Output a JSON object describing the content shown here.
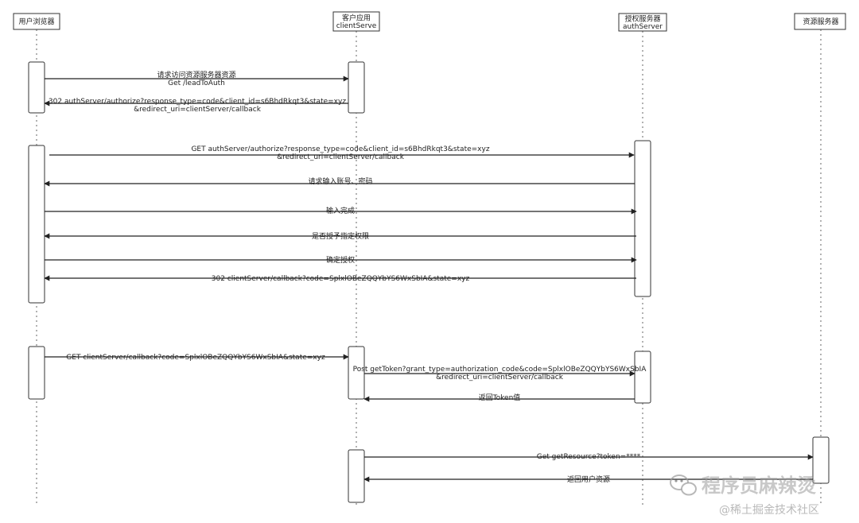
{
  "participants": [
    {
      "id": "browser",
      "lines": [
        "用户浏览器"
      ]
    },
    {
      "id": "client",
      "lines": [
        "客户应用",
        "clientServe"
      ]
    },
    {
      "id": "auth",
      "lines": [
        "授权服务器",
        "authServer"
      ]
    },
    {
      "id": "resource",
      "lines": [
        "资源服务器"
      ]
    }
  ],
  "messages": [
    {
      "id": "m1",
      "from": "browser",
      "to": "client",
      "lines": [
        "请求访问资源服务器资源",
        "Get /leadToAuth"
      ]
    },
    {
      "id": "m2",
      "from": "client",
      "to": "browser",
      "lines": [
        "302 authServer/authorize?response_type=code&client_id=s6BhdRkqt3&state=xyz",
        "&redirect_uri=clientServer/callback"
      ]
    },
    {
      "id": "m3",
      "from": "browser",
      "to": "auth",
      "lines": [
        "GET authServer/authorize?response_type=code&client_id=s6BhdRkqt3&state=xyz",
        "&redirect_uri=clientServer/callback"
      ]
    },
    {
      "id": "m4",
      "from": "auth",
      "to": "browser",
      "lines": [
        "请求输入账号、密码"
      ]
    },
    {
      "id": "m5",
      "from": "browser",
      "to": "auth",
      "lines": [
        "输入完成"
      ]
    },
    {
      "id": "m6",
      "from": "auth",
      "to": "browser",
      "lines": [
        "是否授予指定权限"
      ]
    },
    {
      "id": "m7",
      "from": "browser",
      "to": "auth",
      "lines": [
        "确定授权"
      ]
    },
    {
      "id": "m8",
      "from": "auth",
      "to": "browser",
      "lines": [
        "302 clientServer/callback?code=SplxlOBeZQQYbYS6WxSbIA&state=xyz"
      ]
    },
    {
      "id": "m9",
      "from": "browser",
      "to": "client",
      "lines": [
        "GET clientServer/callback?code=SplxlOBeZQQYbYS6WxSbIA&state=xyz"
      ]
    },
    {
      "id": "m10",
      "from": "client",
      "to": "auth",
      "lines": [
        "Post getToken?grant_type=authorization_code&code=SplxlOBeZQQYbYS6WxSbIA",
        "&redirect_uri=clientServer/callback"
      ]
    },
    {
      "id": "m11",
      "from": "auth",
      "to": "client",
      "lines": [
        "返回Token值"
      ]
    },
    {
      "id": "m12",
      "from": "client",
      "to": "resource",
      "lines": [
        "Get getResource?token=****"
      ]
    },
    {
      "id": "m13",
      "from": "resource",
      "to": "client",
      "lines": [
        "返回用户资源"
      ]
    }
  ],
  "watermark": {
    "channel": "程序员麻辣烫",
    "site": "@稀土掘金技术社区"
  },
  "colors": {
    "line": "#222222",
    "lifeline": "#666666",
    "box_border": "#333333",
    "box_fill": "#ffffff"
  }
}
